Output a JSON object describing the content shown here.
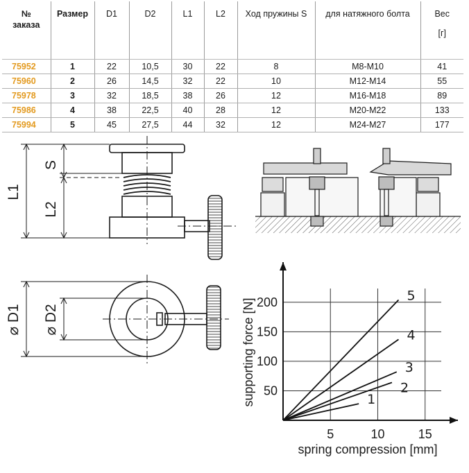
{
  "table": {
    "headers": [
      {
        "line1": "№",
        "line2": "заказа",
        "bold": true
      },
      {
        "line1": "Размер",
        "line2": "",
        "bold": true
      },
      {
        "line1": "D1",
        "line2": "",
        "bold": false
      },
      {
        "line1": "D2",
        "line2": "",
        "bold": false
      },
      {
        "line1": "L1",
        "line2": "",
        "bold": false
      },
      {
        "line1": "L2",
        "line2": "",
        "bold": false
      },
      {
        "line1": "Ход пружины S",
        "line2": "",
        "bold": false
      },
      {
        "line1": "для натяжного болта",
        "line2": "",
        "bold": false
      },
      {
        "line1": "Вес",
        "line2": "[г]",
        "bold": false
      }
    ],
    "rows": [
      [
        "75952",
        "1",
        "22",
        "10,5",
        "30",
        "22",
        "8",
        "M8-M10",
        "41"
      ],
      [
        "75960",
        "2",
        "26",
        "14,5",
        "32",
        "22",
        "10",
        "M12-M14",
        "55"
      ],
      [
        "75978",
        "3",
        "32",
        "18,5",
        "38",
        "26",
        "12",
        "M16-M18",
        "89"
      ],
      [
        "75986",
        "4",
        "38",
        "22,5",
        "40",
        "28",
        "12",
        "M20-M22",
        "133"
      ],
      [
        "75994",
        "5",
        "45",
        "27,5",
        "44",
        "32",
        "12",
        "M24-M27",
        "177"
      ]
    ],
    "order_color": "#e39a1f"
  },
  "side_view": {
    "dim_s": "S",
    "dim_l1": "L1",
    "dim_l2": "L2"
  },
  "top_view": {
    "dim_d1": "⌀ D1",
    "dim_d2": "⌀ D2"
  },
  "chart_data": {
    "type": "line",
    "xlabel": "spring compression [mm]",
    "ylabel": "supporting force [N]",
    "xlim": [
      0,
      17
    ],
    "ylim": [
      0,
      235
    ],
    "xticks": [
      5,
      10,
      15
    ],
    "yticks": [
      50,
      100,
      150,
      200
    ],
    "grid": true,
    "series": [
      {
        "name": "1",
        "x": [
          0,
          8
        ],
        "y": [
          0,
          28
        ]
      },
      {
        "name": "2",
        "x": [
          0,
          11.5
        ],
        "y": [
          0,
          64
        ]
      },
      {
        "name": "3",
        "x": [
          0,
          12
        ],
        "y": [
          0,
          82
        ]
      },
      {
        "name": "4",
        "x": [
          0,
          12.2
        ],
        "y": [
          0,
          137
        ]
      },
      {
        "name": "5",
        "x": [
          0,
          12.2
        ],
        "y": [
          0,
          204
        ]
      }
    ]
  }
}
